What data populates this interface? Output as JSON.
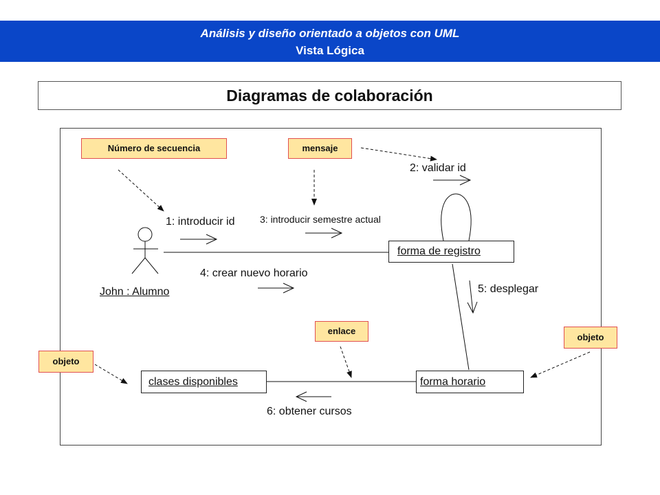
{
  "header": {
    "line1": "Análisis y diseño orientado a objetos con UML",
    "line2": "Vista Lógica",
    "background": "#0a46c8"
  },
  "title": "Diagramas de colaboración",
  "notes": {
    "sequence_number": "Número de secuencia",
    "message": "mensaje",
    "link": "enlace",
    "object_left": "objeto",
    "object_right": "objeto",
    "fill": "#ffe6a0",
    "border": "#e05050"
  },
  "actor": {
    "label": "John : Alumno",
    "icon": "stick-figure-icon"
  },
  "objects": {
    "registration_form": "forma de registro",
    "schedule_form": "forma horario",
    "available_classes": "clases disponibles"
  },
  "messages": {
    "m1": "1: introducir id",
    "m2": "2: validar id",
    "m3": "3: introducir semestre actual",
    "m4": "4: crear nuevo horario",
    "m5": "5: desplegar",
    "m6": "6: obtener cursos"
  }
}
